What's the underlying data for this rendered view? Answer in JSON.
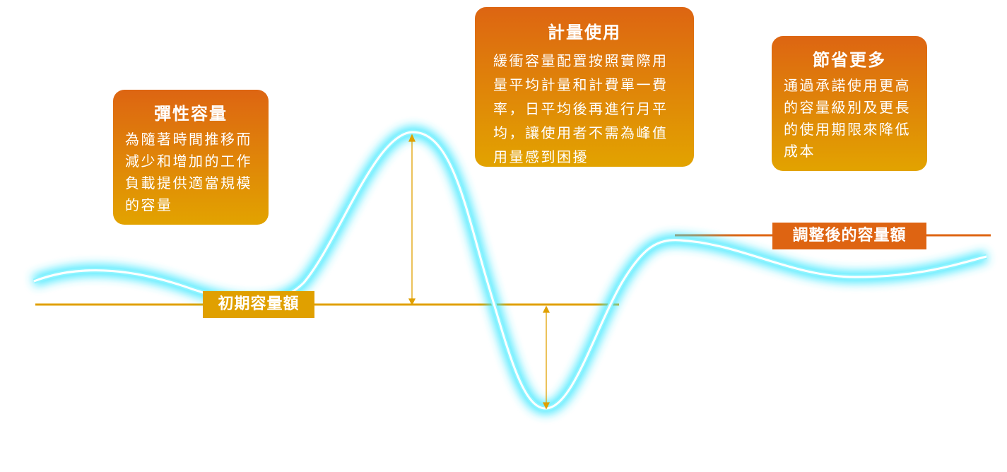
{
  "boxes": {
    "elastic": {
      "title": "彈性容量",
      "lines": [
        "為隨著時間推移而",
        "減少和增加的工作",
        "負載提供適當規模",
        "的容量"
      ]
    },
    "metered": {
      "title": "計量使用",
      "lines": [
        "緩衝容量配置按照實際用",
        "量平均計量和計費單一費",
        "率，日平均後再進行月平",
        "均，讓使用者不需為峰值",
        "用量感到困擾"
      ]
    },
    "savings": {
      "title": "節省更多",
      "lines": [
        "通過承諾使用更高",
        "的容量級別及更長",
        "的使用期限來降低",
        "成本"
      ]
    }
  },
  "labels": {
    "initial": "初期容量額",
    "adjusted": "調整後的容量額"
  },
  "colors": {
    "initial_line": "#e0a000",
    "adjusted_line": "#de6412",
    "curve_glow": "#33e6ff"
  }
}
